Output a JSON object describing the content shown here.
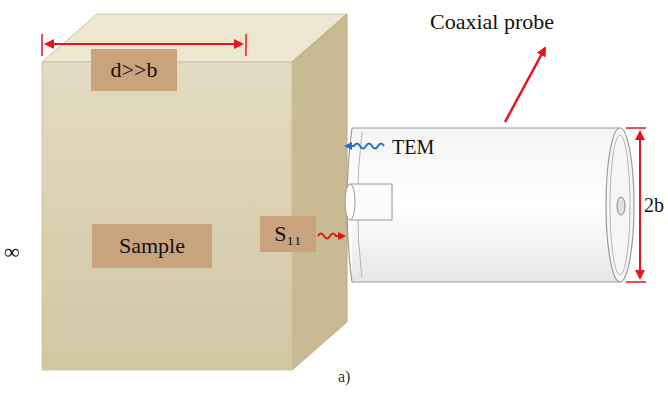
{
  "diagram": {
    "nodes": [
      {
        "text": [
          "d>>b"
        ]
      },
      {
        "text": [
          "Sample"
        ]
      },
      {
        "text": [
          "S₁₁"
        ]
      }
    ],
    "labels": [
      "Coaxial probe",
      "TEM",
      "2b",
      "∞",
      "a)"
    ]
  }
}
